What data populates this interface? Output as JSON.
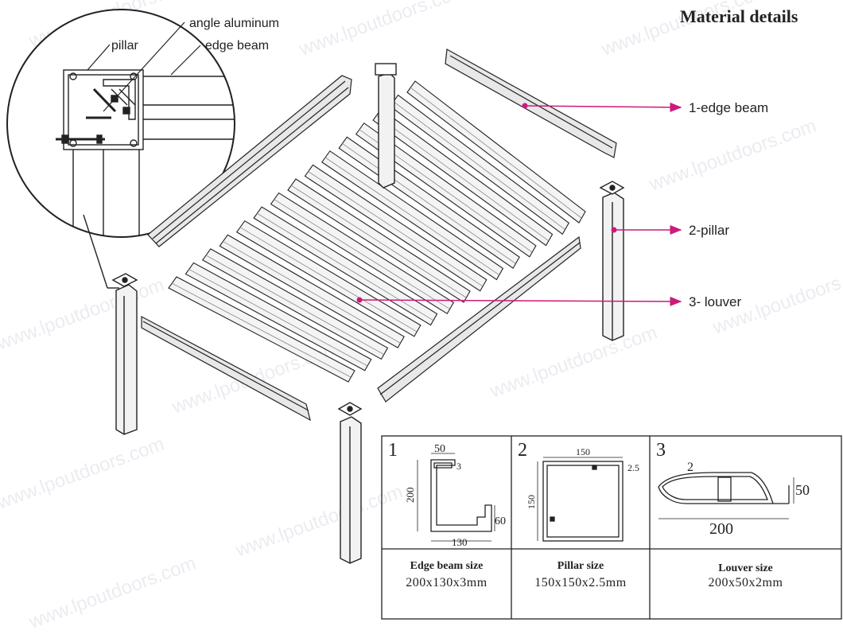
{
  "title": "Material details",
  "watermark": "www.lpoutdoors.com",
  "detail_labels": {
    "angle": "angle aluminum",
    "pillar": "pillar",
    "edge": "edge beam"
  },
  "callouts": [
    {
      "label": "1-edge beam"
    },
    {
      "label": "2-pillar"
    },
    {
      "label": "3- louver"
    }
  ],
  "specs": [
    {
      "number": "1",
      "name": "Edge beam size",
      "value": "200x130x3mm",
      "dims": [
        "50",
        "3",
        "200",
        "60",
        "130"
      ]
    },
    {
      "number": "2",
      "name": "Pillar size",
      "value": "150x150x2.5mm",
      "dims": [
        "150",
        "2.5",
        "150"
      ]
    },
    {
      "number": "3",
      "name": "Louver size",
      "value": "200x50x2mm",
      "dims": [
        "2",
        "50",
        "200"
      ]
    }
  ],
  "colors": {
    "callout": "#cc1a7a",
    "line": "#222222",
    "watermark": "#d9dde6"
  }
}
